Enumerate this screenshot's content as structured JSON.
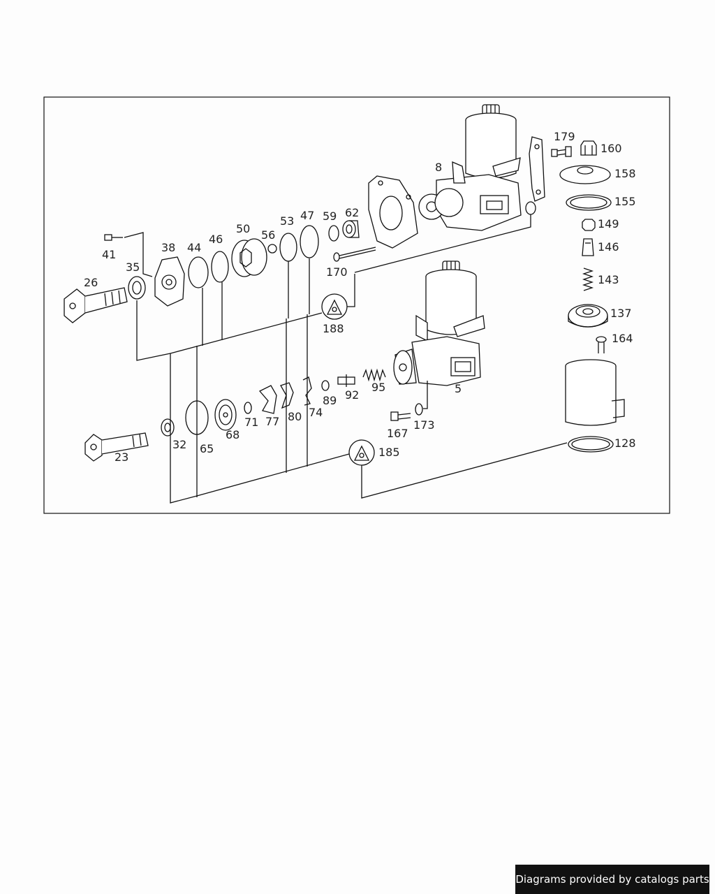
{
  "footer": {
    "text": "Diagrams provided by catalogs parts"
  },
  "labels": {
    "p5": "5",
    "p8": "8",
    "p23": "23",
    "p26": "26",
    "p32": "32",
    "p35": "35",
    "p38": "38",
    "p41": "41",
    "p44": "44",
    "p46": "46",
    "p47": "47",
    "p50": "50",
    "p53": "53",
    "p56": "56",
    "p59": "59",
    "p62": "62",
    "p65": "65",
    "p68": "68",
    "p71": "71",
    "p74": "74",
    "p77": "77",
    "p80": "80",
    "p89": "89",
    "p92": "92",
    "p95": "95",
    "p128": "128",
    "p137": "137",
    "p143": "143",
    "p146": "146",
    "p149": "149",
    "p155": "155",
    "p158": "158",
    "p160": "160",
    "p164": "164",
    "p167": "167",
    "p170": "170",
    "p173": "173",
    "p179": "179",
    "p185": "185",
    "p188": "188"
  }
}
